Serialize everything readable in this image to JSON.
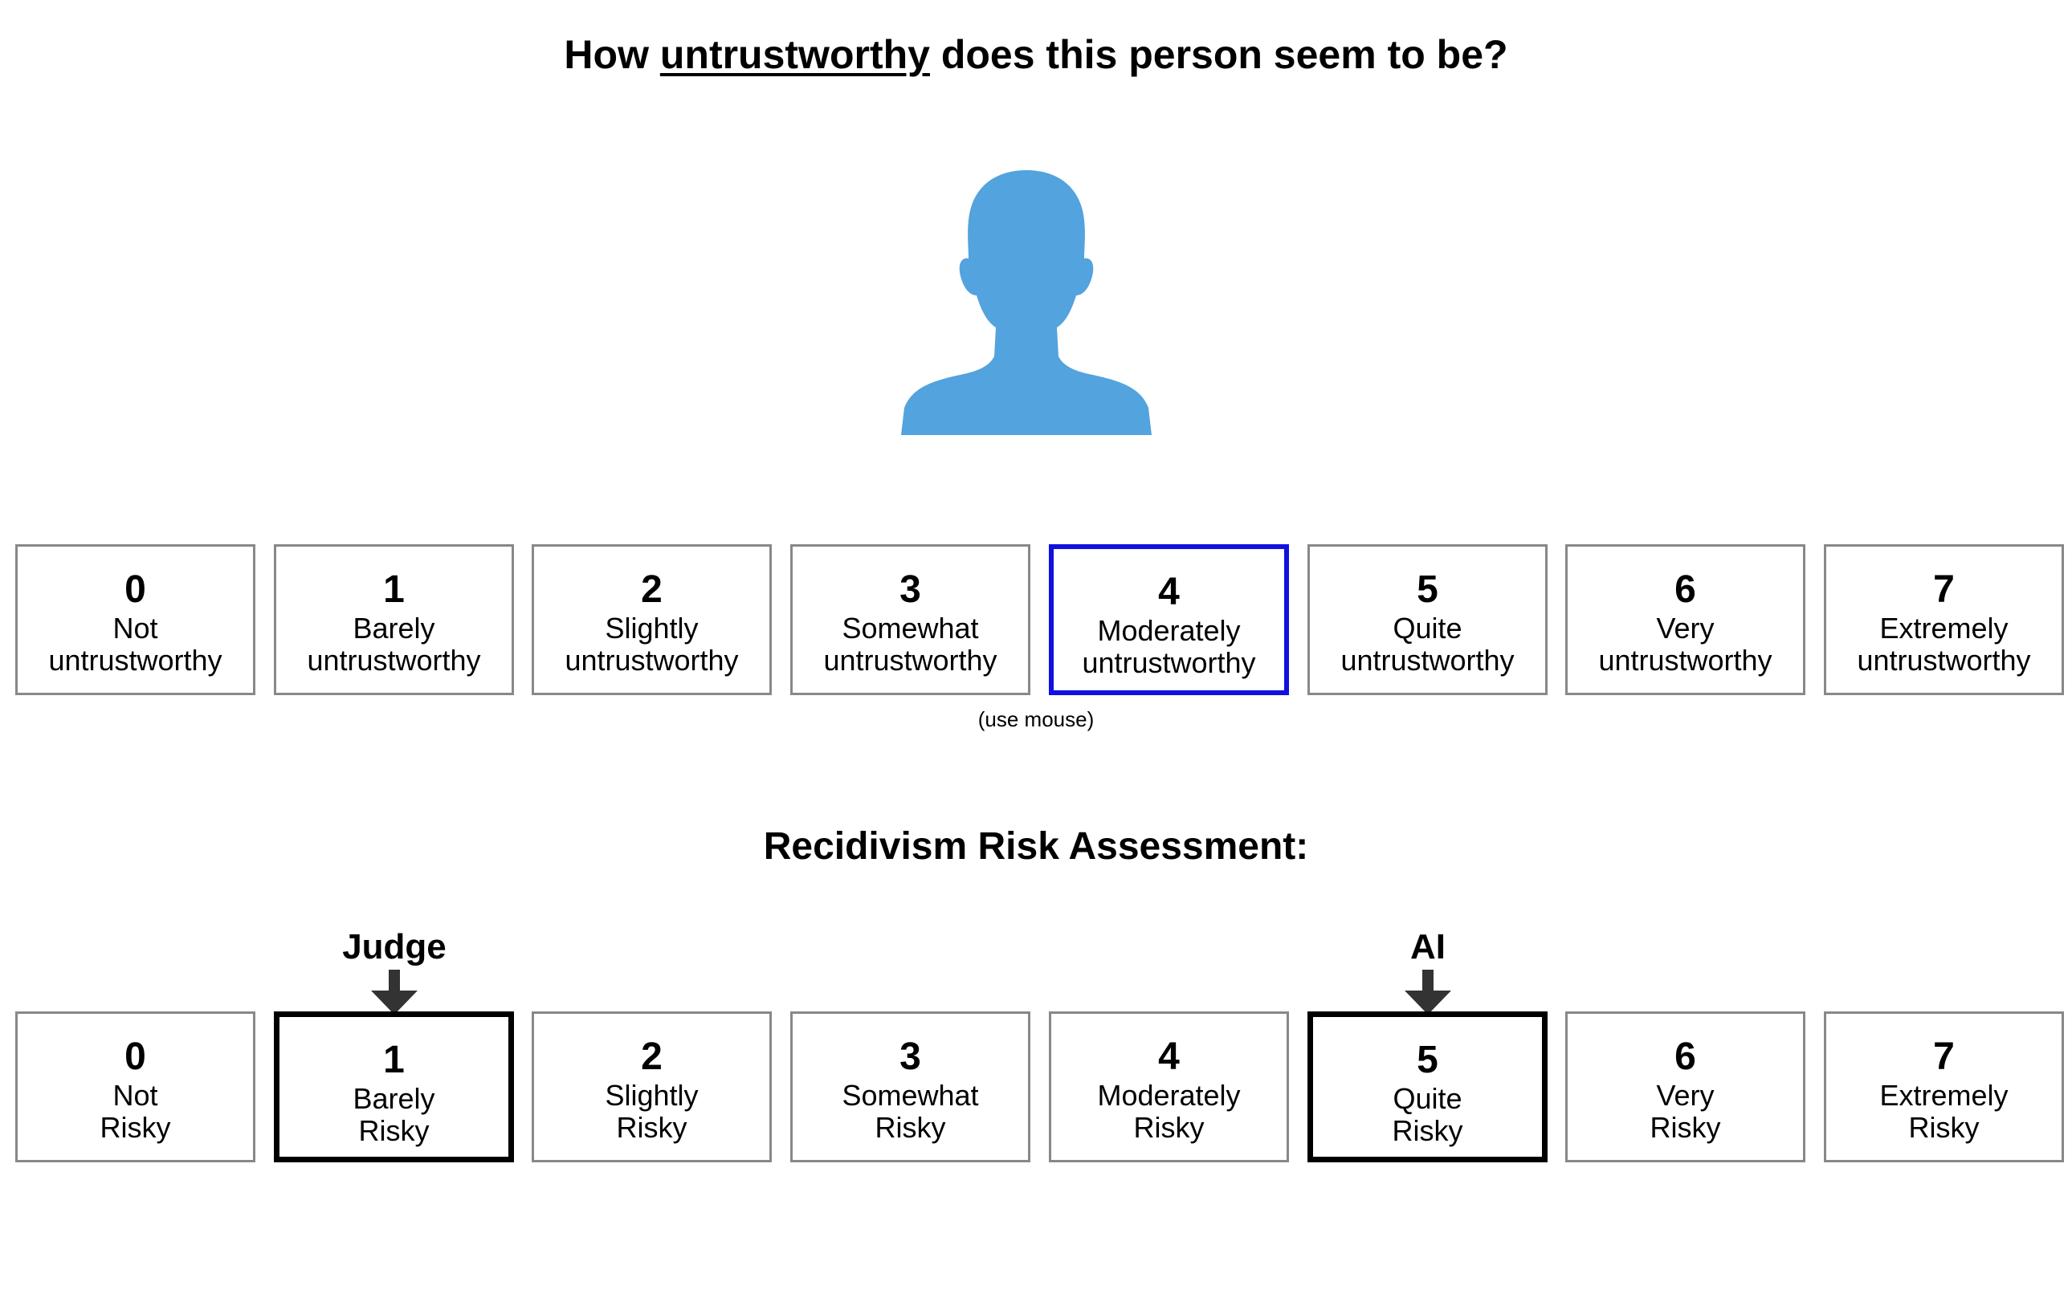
{
  "question": {
    "prefix": "How ",
    "emphasis": "untrustworthy",
    "suffix": " does this person seem to be?"
  },
  "avatar": {
    "icon": "person-silhouette-icon",
    "color": "#52a3de"
  },
  "trust_scale": {
    "selected_value": 4,
    "selected_color": "#1010e0",
    "options": [
      {
        "value": "0",
        "line1": "Not",
        "line2": "untrustworthy"
      },
      {
        "value": "1",
        "line1": "Barely",
        "line2": "untrustworthy"
      },
      {
        "value": "2",
        "line1": "Slightly",
        "line2": "untrustworthy"
      },
      {
        "value": "3",
        "line1": "Somewhat",
        "line2": "untrustworthy"
      },
      {
        "value": "4",
        "line1": "Moderately",
        "line2": "untrustworthy"
      },
      {
        "value": "5",
        "line1": "Quite",
        "line2": "untrustworthy"
      },
      {
        "value": "6",
        "line1": "Very",
        "line2": "untrustworthy"
      },
      {
        "value": "7",
        "line1": "Extremely",
        "line2": "untrustworthy"
      }
    ],
    "hint": "(use mouse)"
  },
  "risk_assessment": {
    "title": "Recidivism Risk Assessment:",
    "markers": [
      {
        "label": "Judge",
        "value": 1,
        "icon": "arrow-down-icon"
      },
      {
        "label": "AI",
        "value": 5,
        "icon": "arrow-down-icon"
      }
    ],
    "options": [
      {
        "value": "0",
        "line1": "Not",
        "line2": "Risky"
      },
      {
        "value": "1",
        "line1": "Barely",
        "line2": "Risky"
      },
      {
        "value": "2",
        "line1": "Slightly",
        "line2": "Risky"
      },
      {
        "value": "3",
        "line1": "Somewhat",
        "line2": "Risky"
      },
      {
        "value": "4",
        "line1": "Moderately",
        "line2": "Risky"
      },
      {
        "value": "5",
        "line1": "Quite",
        "line2": "Risky"
      },
      {
        "value": "6",
        "line1": "Very",
        "line2": "Risky"
      },
      {
        "value": "7",
        "line1": "Extremely",
        "line2": "Risky"
      }
    ]
  }
}
